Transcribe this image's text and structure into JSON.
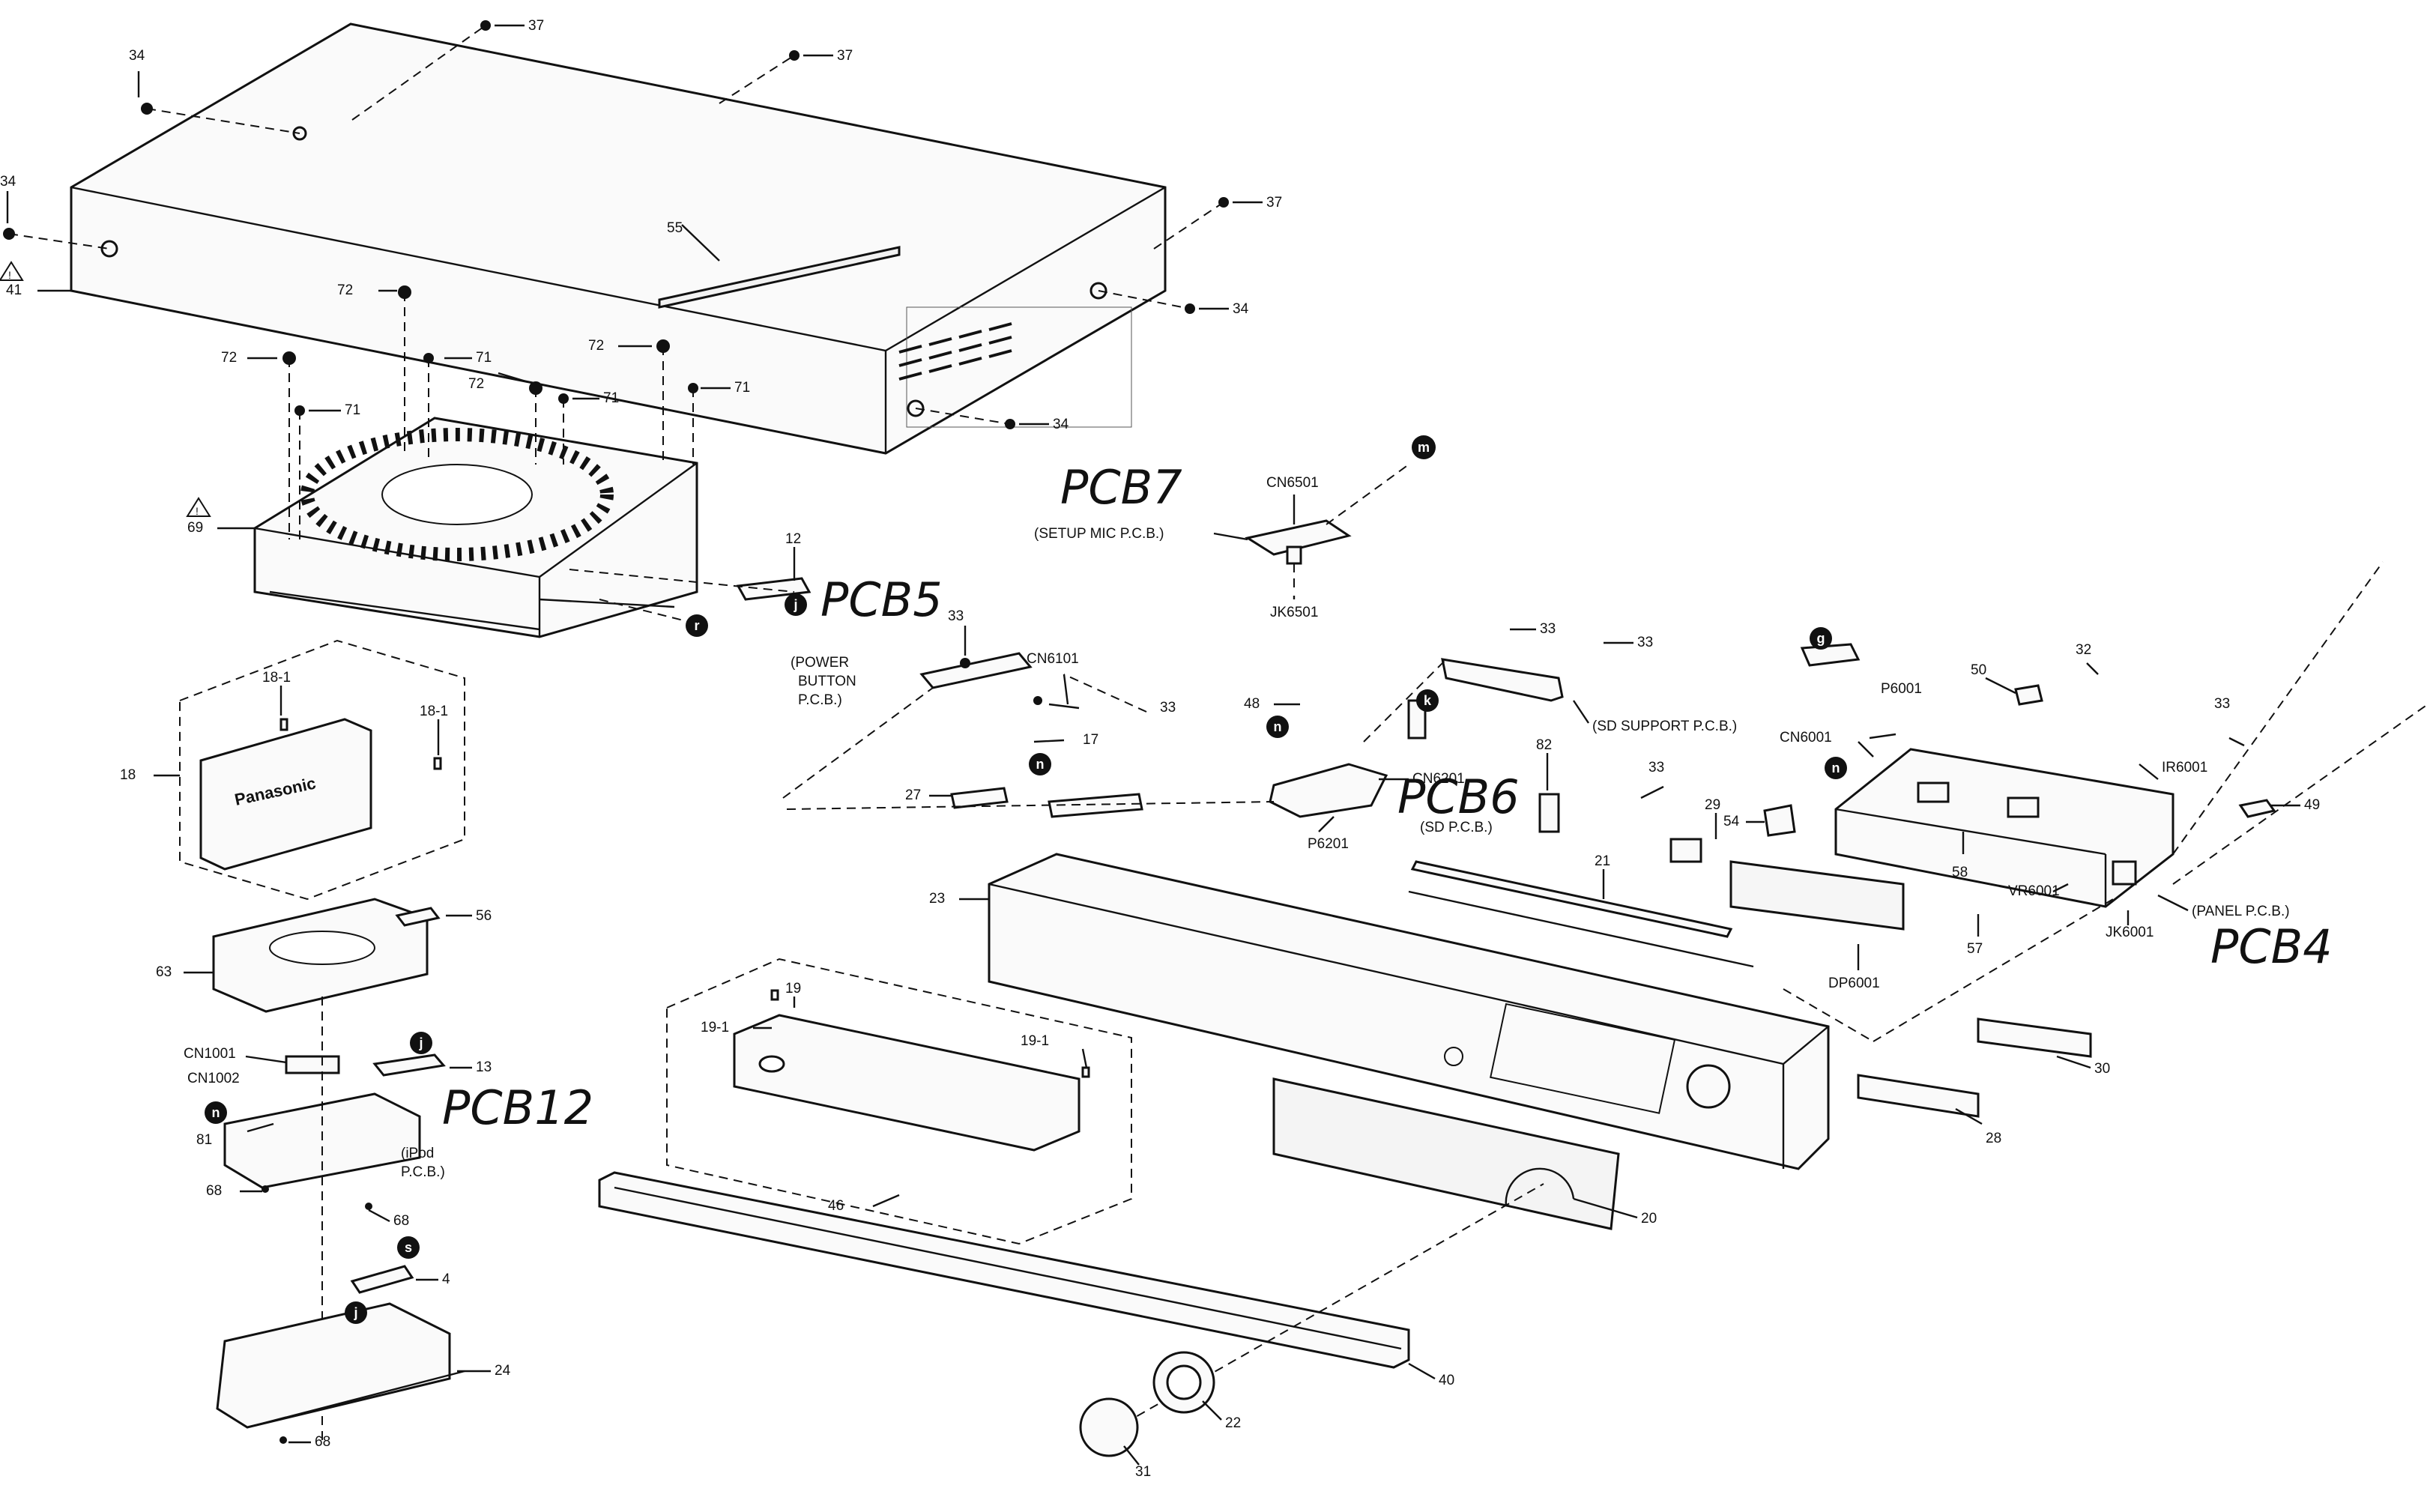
{
  "callouts": {
    "c37a": "37",
    "c37b": "37",
    "c37c": "37",
    "c34a": "34",
    "c34b": "34",
    "c34c": "34",
    "c34d": "34",
    "c41": "41",
    "c55": "55",
    "c69": "69",
    "c12": "12",
    "c72a": "72",
    "c72b": "72",
    "c72c": "72",
    "c72d": "72",
    "c71a": "71",
    "c71b": "71",
    "c71c": "71",
    "c71d": "71",
    "c18": "18",
    "c18_1a": "18-1",
    "c18_1b": "18-1",
    "c56": "56",
    "c63": "63",
    "cn1001": "CN1001",
    "cn1002": "CN1002",
    "c13": "13",
    "c81": "81",
    "ipod": "(iPod",
    "ipod2": "P.C.B.)",
    "c68a": "68",
    "c68b": "68",
    "c68c": "68",
    "c4": "4",
    "c24": "24",
    "c33a": "33",
    "c33b": "33",
    "c33c": "33",
    "c33d": "33",
    "c33e": "33",
    "c33f": "33",
    "power1": "(POWER",
    "power2": "BUTTON",
    "power3": "P.C.B.)",
    "cn6101": "CN6101",
    "c17": "17",
    "c27": "27",
    "c19": "19",
    "c19_1a": "19-1",
    "c19_1b": "19-1",
    "c46": "46",
    "c40": "40",
    "c22": "22",
    "c31": "31",
    "c20": "20",
    "c23": "23",
    "c21": "21",
    "cn6501": "CN6501",
    "setupmic": "(SETUP MIC P.C.B.)",
    "jk6501": "JK6501",
    "c48": "48",
    "cn6201": "CN6201",
    "sdpcb": "(SD P.C.B.)",
    "p6201": "P6201",
    "sdsupport": "(SD SUPPORT P.C.B.)",
    "c82": "82",
    "c29": "29",
    "c54": "54",
    "dp6001": "DP6001",
    "c58": "58",
    "c57": "57",
    "c50": "50",
    "c32": "32",
    "p6001": "P6001",
    "cn6001": "CN6001",
    "ir6001": "IR6001",
    "c49": "49",
    "vr6001": "VR6001",
    "jk6001": "JK6001",
    "panelpcb": "(PANEL P.C.B.)",
    "c30": "30",
    "c28": "28"
  },
  "handwritten": {
    "pcb7": "PCB7",
    "pcb5": "PCB5",
    "pcb6": "PCB6",
    "pcb4": "PCB4",
    "pcb12": "PCB12"
  },
  "badges": {
    "m": "m",
    "j": "j",
    "r": "r",
    "n": "n",
    "k": "k",
    "g": "g",
    "s": "s"
  },
  "markings": {
    "brand": "Panasonic"
  }
}
